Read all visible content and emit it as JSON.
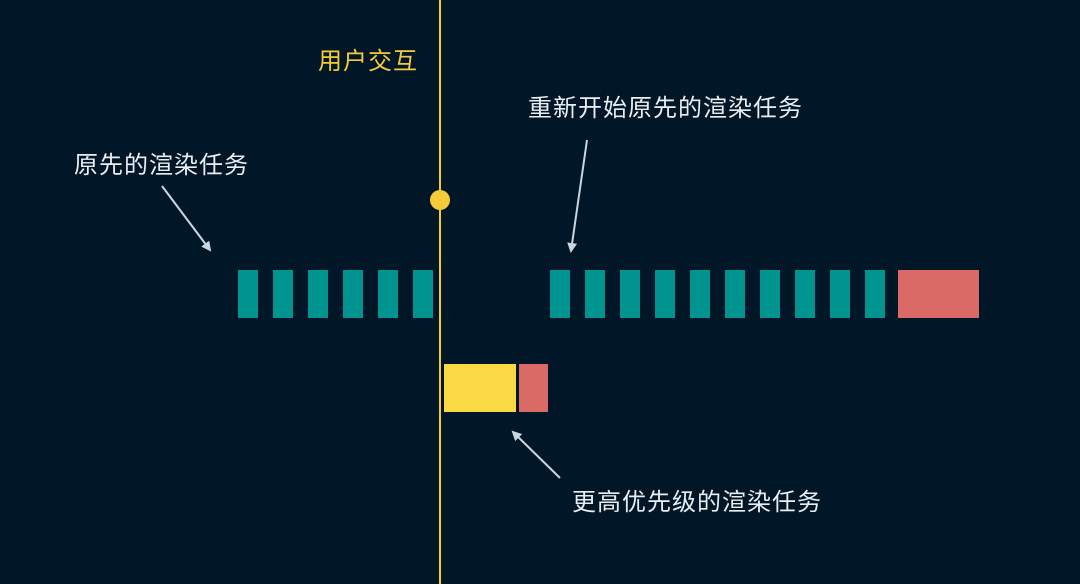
{
  "labels": {
    "user_interaction": "用户交互",
    "original_render_task": "原先的渲染任务",
    "restart_original_render_task": "重新开始原先的渲染任务",
    "higher_priority_render_task": "更高优先级的渲染任务"
  },
  "colors": {
    "background": "#011627",
    "timeline": "#f5cb3a",
    "task_chunk": "#009491",
    "high_priority_task": "#fbd944",
    "commit": "#d96a66",
    "arrow": "#c9d6df",
    "text": "#e8eef2"
  },
  "tracks": {
    "original_chunks": 6,
    "restart_chunks": 10
  }
}
